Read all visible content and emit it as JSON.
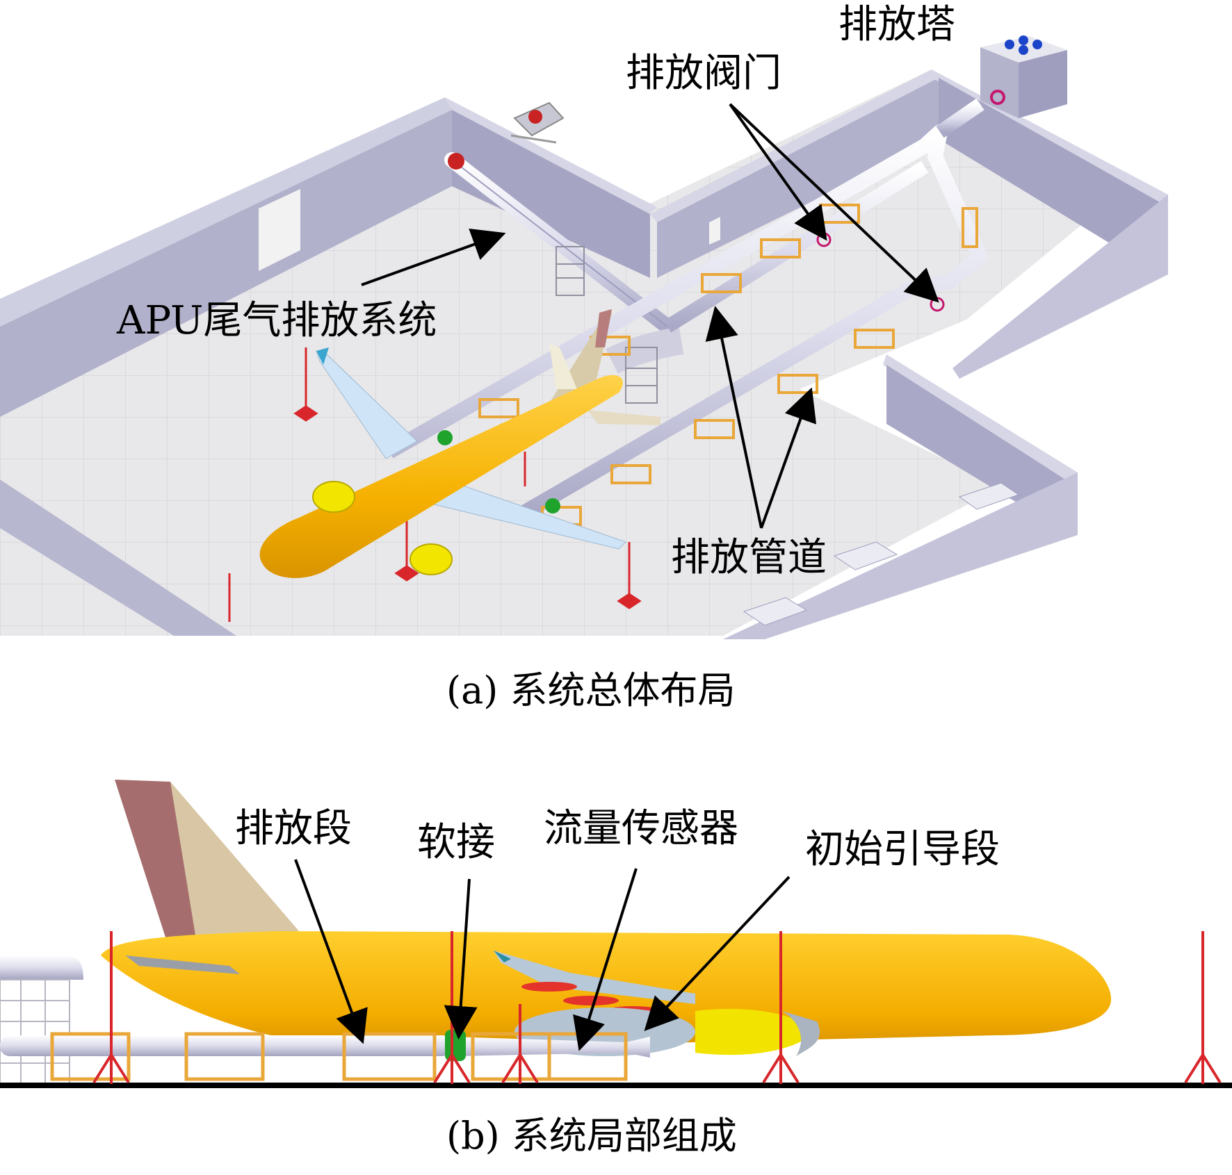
{
  "panel_a": {
    "labels": {
      "tower": "排放塔",
      "valves": "排放阀门",
      "apu_system": "APU尾气排放系统",
      "pipes": "排放管道"
    },
    "caption": "(a) 系统总体布局"
  },
  "panel_b": {
    "labels": {
      "discharge_section": "排放段",
      "soft_joint": "软接",
      "flow_sensor": "流量传感器",
      "initial_guide_section": "初始引导段"
    },
    "caption": "(b) 系统局部组成"
  },
  "colors": {
    "wall_top": "#c9c8dd",
    "wall_side": "#a9a8c6",
    "floor": "#e6e6e6",
    "fuselage": "#f7b500",
    "wing": "#cfe4f7",
    "engine": "#f2e600",
    "pipe": "#dcdcec",
    "support": "#e9a73a",
    "stand": "#d8262b",
    "soft_joint": "#1fa32c"
  }
}
